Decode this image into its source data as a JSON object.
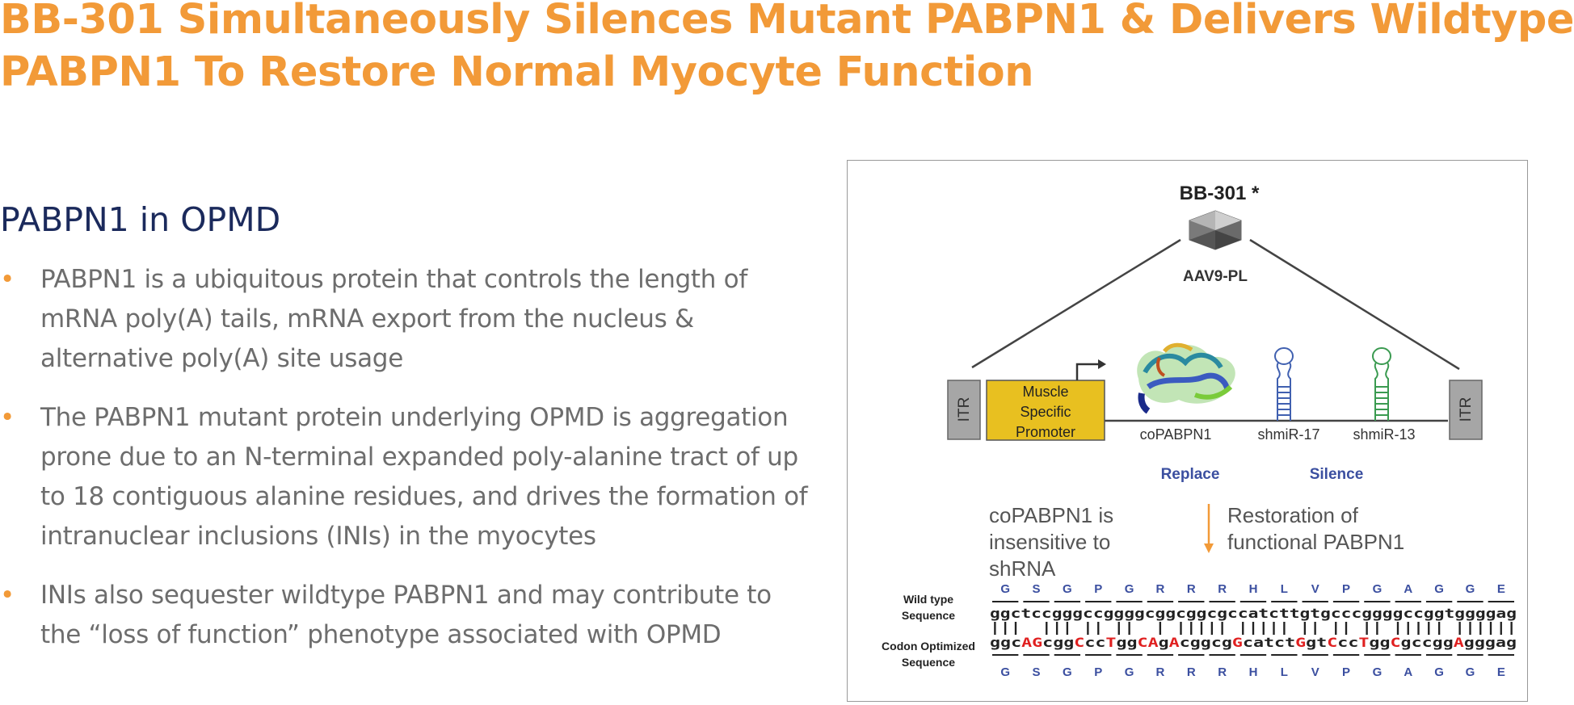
{
  "title": {
    "line1": "BB-301 Simultaneously Silences Mutant PABPN1 & Delivers Wildtype",
    "line2": "PABPN1 To Restore Normal Myocyte Function"
  },
  "section_heading": "PABPN1 in OPMD",
  "bullets": [
    {
      "lines": [
        "PABPN1 is a ubiquitous protein that controls the length of",
        "mRNA poly(A) tails, mRNA export from the nucleus &",
        "alternative poly(A) site usage"
      ]
    },
    {
      "lines": [
        "The PABPN1 mutant protein underlying OPMD is aggregation",
        "prone due to an N-terminal expanded poly-alanine tract of up",
        "to 18 contiguous alanine residues, and drives the formation of",
        "intranuclear inclusions (INIs) in the myocytes"
      ]
    },
    {
      "lines": [
        "INIs also sequester wildtype PABPN1 and may contribute to",
        "the “loss of function” phenotype associated with OPMD"
      ]
    }
  ],
  "bullet_symbol": "•",
  "colors": {
    "accent": "#F29A38",
    "heading": "#1B2A5C",
    "body_text": "#6d6d6d",
    "promoter": "#E8C020",
    "mutation": "#E02020",
    "amino_acid": "#3B4FA0"
  },
  "figure": {
    "construct_name": "BB-301 *",
    "vector_label": "AAV9-PL",
    "itr_left": "ITR",
    "itr_right": "ITR",
    "promoter_line1": "Muscle",
    "promoter_line2": "Specific",
    "promoter_line3": "Promoter",
    "gene1_label": "coPABPN1",
    "gene2_label": "shmiR-17",
    "gene3_label": "shmiR-13",
    "replace_label": "Replace",
    "silence_label": "Silence",
    "note_left_line1": "coPABPN1 is",
    "note_left_line2": "insensitive to",
    "note_left_line3": "shRNA",
    "note_right_line1": "Restoration of",
    "note_right_line2": "functional PABPN1",
    "wildtype_label_line1": "Wild type",
    "wildtype_label_line2": "Sequence",
    "codon_label_line1": "Codon Optimized",
    "codon_label_line2": "Sequence",
    "amino_acids": [
      "G",
      "S",
      "G",
      "P",
      "G",
      "R",
      "R",
      "R",
      "H",
      "L",
      "V",
      "P",
      "G",
      "A",
      "G",
      "G",
      "E"
    ],
    "wildtype_sequence": "ggctccgggccggggcggcggcgccatcttgtgcccggggccggtggggag",
    "match_line": "|||  ||| || ||  | ||||| ||||| || || || ||||| ||||||",
    "codon_segments": [
      {
        "t": "ggc",
        "m": false
      },
      {
        "t": "AG",
        "m": true
      },
      {
        "t": "cgg",
        "m": false
      },
      {
        "t": "C",
        "m": true
      },
      {
        "t": "cc",
        "m": false
      },
      {
        "t": "T",
        "m": true
      },
      {
        "t": "gg",
        "m": false
      },
      {
        "t": "CA",
        "m": true
      },
      {
        "t": "g",
        "m": false
      },
      {
        "t": "A",
        "m": true
      },
      {
        "t": "cggcg",
        "m": false
      },
      {
        "t": "G",
        "m": true
      },
      {
        "t": "catct",
        "m": false
      },
      {
        "t": "G",
        "m": true
      },
      {
        "t": "gt",
        "m": false
      },
      {
        "t": "C",
        "m": true
      },
      {
        "t": "cc",
        "m": false
      },
      {
        "t": "T",
        "m": true
      },
      {
        "t": "gg",
        "m": false
      },
      {
        "t": "C",
        "m": true
      },
      {
        "t": "gccgg",
        "m": false
      },
      {
        "t": "A",
        "m": true
      },
      {
        "t": "gggag",
        "m": false
      }
    ]
  }
}
